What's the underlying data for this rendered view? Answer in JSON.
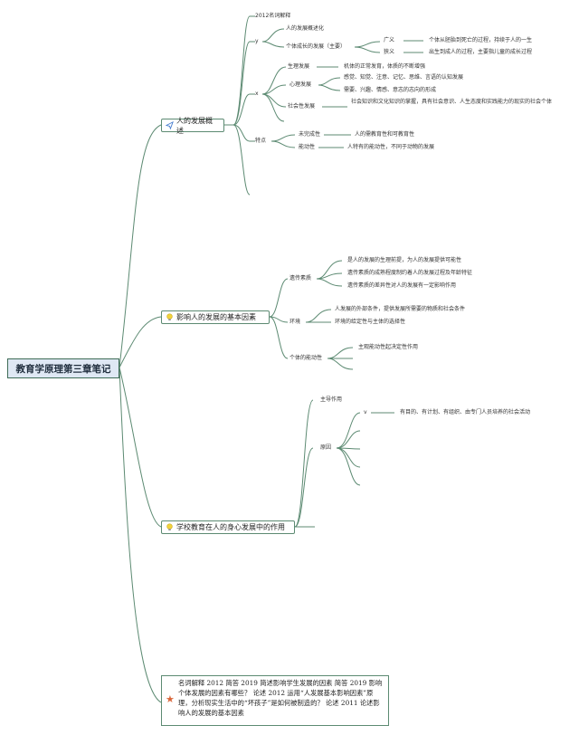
{
  "root": "教育学原理第三章笔记",
  "colors": {
    "line": "#5c8a72",
    "root_fill": "#dfe8f4",
    "star": "#d9663a",
    "bulb": "#f2d33b",
    "plane": "#4a7fd1"
  },
  "b1": {
    "label": "人的发展概述",
    "icon": "paper-plane-icon",
    "s0": "2012名词解释",
    "y": "y",
    "y1": "人的发展概述化",
    "y2": "个体成长的发展（主要）",
    "guang": "广义",
    "guang_d": "个体从胚胎到死亡的过程，持续于人的一生",
    "xia": "狭义",
    "xia_d": "出生到成人的过程，主要指儿童的成长过程",
    "x": "x",
    "sheng": "生理发展",
    "sheng_d": "机体的正常发育，体质的不断增强",
    "xin": "心理发展",
    "xin_d1": "感觉、知觉、注意、记忆、思维、言语的认知发展",
    "xin_d2": "需要、兴趣、情感、意志的志向的形成",
    "she": "社会性发展",
    "she_d": "社会知识和文化知识的掌握，具有社会意识、人生态度和实践能力的现实的社会个体",
    "te": "特点",
    "wei": "未完成性",
    "wei_d": "人的需教育性和可教育性",
    "neng": "能动性",
    "neng_d": "人特有的能动性，不同于动物的发展"
  },
  "b2": {
    "label": "影响人的发展的基本因素",
    "icon": "light-bulb-icon",
    "yi": "遗传素质",
    "yi_1": "是人的发展的生理前提，为人的发展提供可能性",
    "yi_2": "遗传素质的成熟程度制约着人的发展过程及年龄特征",
    "yi_3": "遗传素质的差异性对人的发展有一定影响作用",
    "huan": "环境",
    "huan_1": "人发展的外部条件，提供发展所需要的物质和社会条件",
    "huan_2": "环境的给定性与主体的选择性",
    "ge": "个体的能动性",
    "ge_1": "主观能动性起决定性作用"
  },
  "b3": {
    "label": "学校教育在人的身心发展中的作用",
    "icon": "light-bulb-icon",
    "zhu": "主导作用",
    "yuan": "原因",
    "v": "v",
    "v_d": "有目的、有计划、有组织、由专门人员培养的社会活动"
  },
  "b4": {
    "icon": "star-icon",
    "text": "名词解释 2012 简答 2019 简述影响学生发展的因素 简答 2019 影响个体发展的因素有哪些？ 论述 2012 运用“人发展基本影响因素”原理，分析现实生活中的“坏孩子”是如何被制造的？ 论述 2011 论述影响人的发展的基本因素"
  }
}
